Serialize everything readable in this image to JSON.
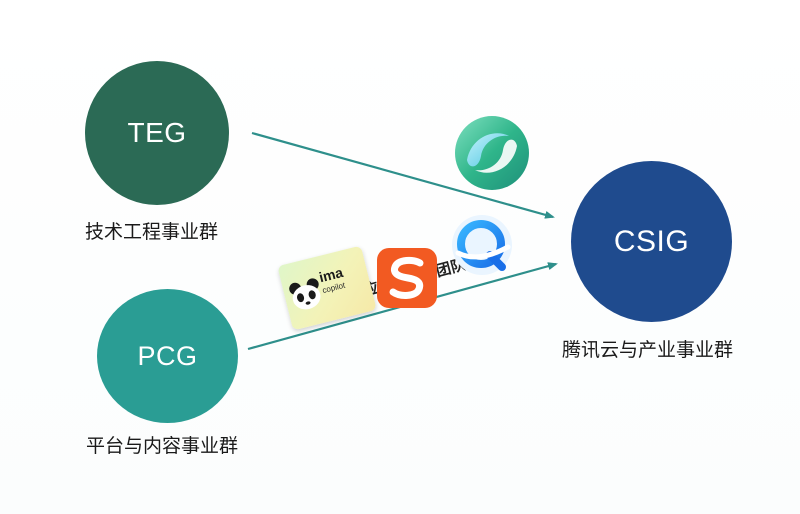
{
  "nodes": {
    "teg": {
      "label": "TEG",
      "caption": "技术工程事业群",
      "color": "#2b6a55"
    },
    "pcg": {
      "label": "PCG",
      "caption": "平台与内容事业群",
      "color": "#2a9d94"
    },
    "csig": {
      "label": "CSIG",
      "caption": "腾讯云与产业事业群",
      "color": "#1f4b8e"
    }
  },
  "arrow_label": "等产品和应用及所在团队组织",
  "arrow_color": "#2e8f8b",
  "app_icons": [
    {
      "name": "ima-copilot-icon",
      "text": "ima",
      "subtext": "copilot"
    },
    {
      "name": "sogou-icon"
    },
    {
      "name": "qq-browser-icon"
    },
    {
      "name": "swirl-app-icon"
    }
  ]
}
